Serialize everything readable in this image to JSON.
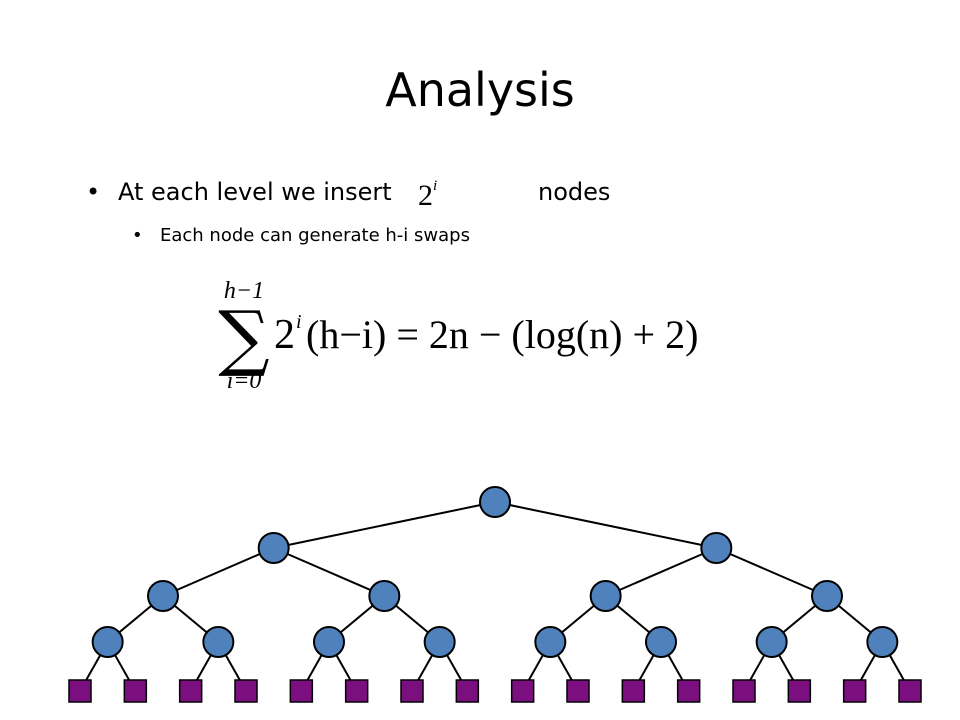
{
  "slide": {
    "title": "Analysis",
    "bullet_marker": "•",
    "bullets": [
      {
        "text_before": "At each level we insert",
        "math": "2",
        "math_sup": "i",
        "text_after": "nodes"
      }
    ],
    "subbullets": [
      {
        "text": "Each node can generate h-i swaps"
      }
    ],
    "formula": {
      "sum_upper": "h−1",
      "sum_lower": "i=0",
      "sum_symbol": "∑",
      "body_base": "2",
      "body_sup": "i",
      "rhs": "(h−i) = 2n − (log(n) + 2)"
    }
  },
  "tree": {
    "levels": 5,
    "node_fill": "#4f81bd",
    "node_stroke": "#000000",
    "leaf_fill": "#7b0f7f",
    "edge_color": "#000000"
  }
}
